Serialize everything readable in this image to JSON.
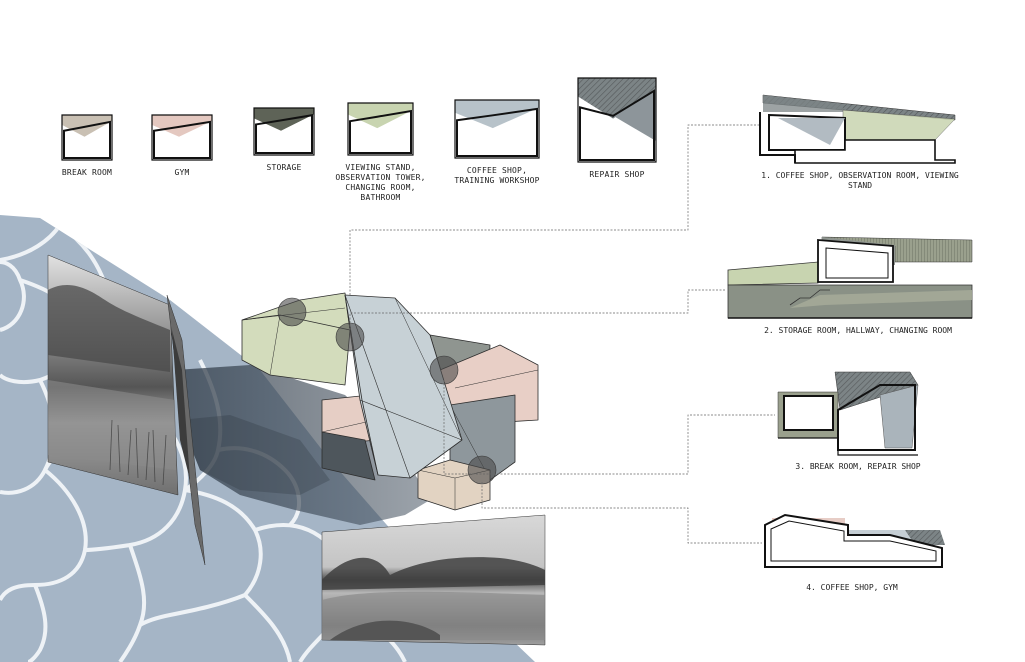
{
  "legend": {
    "items": [
      {
        "label_lines": [
          "BREAK ROOM"
        ],
        "color": "#c9c0b3"
      },
      {
        "label_lines": [
          "GYM"
        ],
        "color": "#e4c8c0"
      },
      {
        "label_lines": [
          "STORAGE"
        ],
        "color": "#5e6357"
      },
      {
        "label_lines": [
          "VIEWING STAND,",
          "OBSERVATION TOWER,",
          "CHANGING ROOM,",
          "BATHROOM"
        ],
        "color": "#c8d4b0"
      },
      {
        "label_lines": [
          "COFFEE SHOP,",
          "TRAINING WORKSHOP"
        ],
        "color": "#b7c2c9"
      },
      {
        "label_lines": [
          "REPAIR SHOP"
        ],
        "color": "#6d7478"
      }
    ]
  },
  "sections": [
    {
      "caption_lines": [
        "1. COFFEE SHOP, OBSERVATION ROOM, VIEWING",
        "STAND"
      ]
    },
    {
      "caption_lines": [
        "2. STORAGE ROOM, HALLWAY, CHANGING ROOM"
      ]
    },
    {
      "caption_lines": [
        "3. BREAK ROOM, REPAIR SHOP"
      ]
    },
    {
      "caption_lines": [
        "4. COFFEE SHOP, GYM"
      ]
    }
  ],
  "colors": {
    "water": "#a5b5c6",
    "water_lines": "#e9eef3",
    "green_volume": "#d3dcbc",
    "pink_volume": "#e8cfc6",
    "blue_volume": "#c7d1d6",
    "dark_volume": "#7d8589",
    "tan_volume": "#e2d3c2",
    "marker": "#4a4a4a"
  }
}
